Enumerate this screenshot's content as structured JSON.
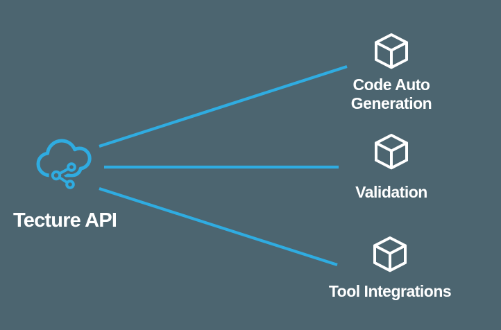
{
  "diagram": {
    "colors": {
      "background": "#4c6570",
      "accent_blue": "#2face1",
      "text_white": "#ffffff"
    },
    "source": {
      "label": "Tecture API",
      "icon": "cloud-share-icon"
    },
    "targets": [
      {
        "label": "Code Auto\nGeneration",
        "icon": "cube-icon"
      },
      {
        "label": "Validation",
        "icon": "cube-icon"
      },
      {
        "label": "Tool Integrations",
        "icon": "cube-icon"
      }
    ]
  }
}
